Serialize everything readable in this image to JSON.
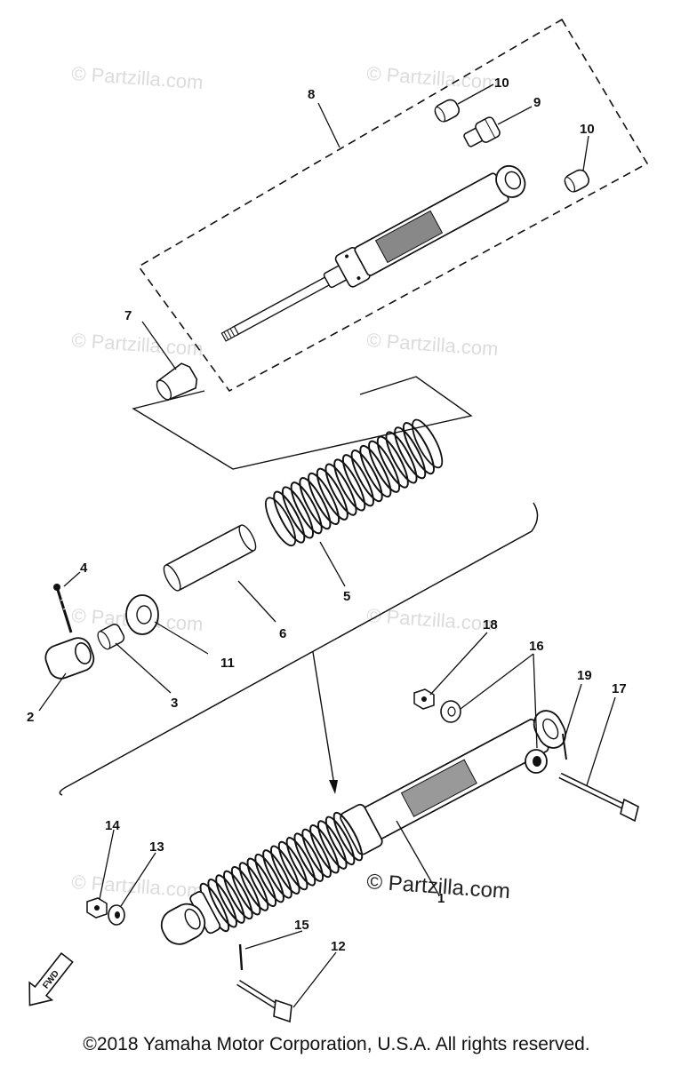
{
  "diagram": {
    "watermark": "© Partzilla.com",
    "fwd_label": "FWD",
    "copyright": "©2018  Yamaha Motor Corporation, U.S.A. All rights reserved.",
    "callouts": {
      "c1": "1",
      "c2": "2",
      "c3": "3",
      "c4": "4",
      "c5": "5",
      "c6": "6",
      "c7": "7",
      "c8": "8",
      "c9": "9",
      "c10a": "10",
      "c10b": "10",
      "c11": "11",
      "c12": "12",
      "c13": "13",
      "c14": "14",
      "c15": "15",
      "c16": "16",
      "c17": "17",
      "c18": "18",
      "c19": "19"
    }
  }
}
